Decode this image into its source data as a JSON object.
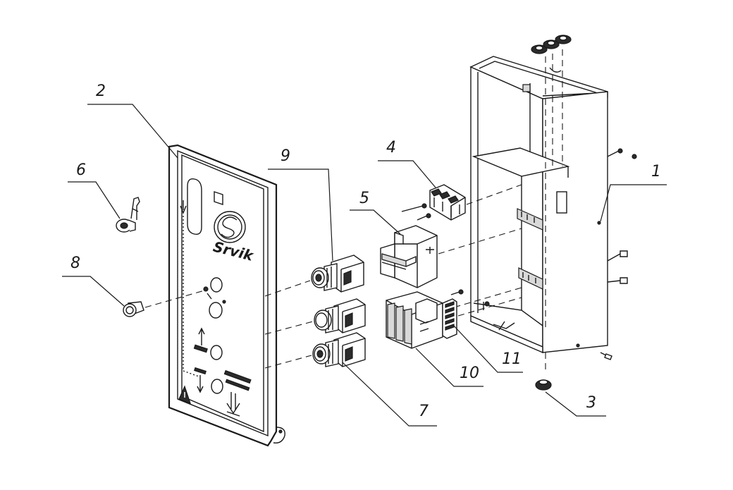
{
  "drawing": {
    "brand_logo_text": "Srvik",
    "callouts": [
      {
        "id": "1",
        "label": "1"
      },
      {
        "id": "2",
        "label": "2"
      },
      {
        "id": "3",
        "label": "3"
      },
      {
        "id": "4",
        "label": "4"
      },
      {
        "id": "5",
        "label": "5"
      },
      {
        "id": "6",
        "label": "6"
      },
      {
        "id": "7",
        "label": "7"
      },
      {
        "id": "8",
        "label": "8"
      },
      {
        "id": "9",
        "label": "9"
      },
      {
        "id": "10",
        "label": "10"
      },
      {
        "id": "11",
        "label": "11"
      }
    ]
  }
}
